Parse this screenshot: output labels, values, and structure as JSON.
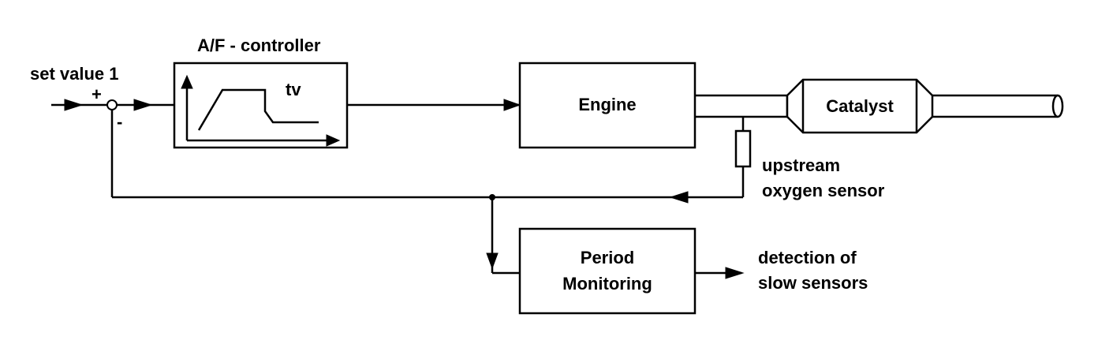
{
  "diagram": {
    "set_value_label": "set value 1",
    "plus_sign": "+",
    "minus_sign": "-",
    "controller_title": "A/F - controller",
    "controller_param": "tv",
    "engine_label": "Engine",
    "catalyst_label": "Catalyst",
    "sensor_label_line1": "upstream",
    "sensor_label_line2": "oxygen sensor",
    "monitor_label_line1": "Period",
    "monitor_label_line2": "Monitoring",
    "output_label_line1": "detection of",
    "output_label_line2": "slow sensors"
  }
}
